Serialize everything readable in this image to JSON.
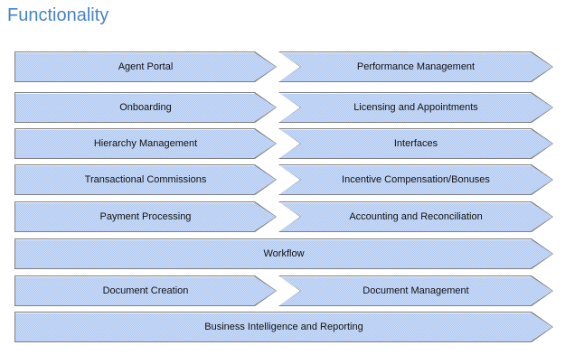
{
  "title": "Functionality",
  "colors": {
    "title_text": "#4583c6",
    "arrow_fill": "#b9cdf2",
    "arrow_fill_light": "#cddcf7",
    "arrow_border": "#7f7f7f",
    "label_text": "#111111",
    "background": "#ffffff"
  },
  "rows": [
    {
      "type": "pair",
      "left": "Agent Portal",
      "right": "Performance Management"
    },
    {
      "type": "pair",
      "left": "Onboarding",
      "right": "Licensing and Appointments"
    },
    {
      "type": "pair",
      "left": "Hierarchy Management",
      "right": "Interfaces"
    },
    {
      "type": "pair",
      "left": "Transactional Commissions",
      "right": "Incentive Compensation/Bonuses"
    },
    {
      "type": "pair",
      "left": "Payment Processing",
      "right": "Accounting and Reconciliation"
    },
    {
      "type": "full",
      "label": "Workflow"
    },
    {
      "type": "pair",
      "left": "Document Creation",
      "right": "Document Management"
    },
    {
      "type": "full",
      "label": "Business Intelligence and Reporting"
    }
  ]
}
